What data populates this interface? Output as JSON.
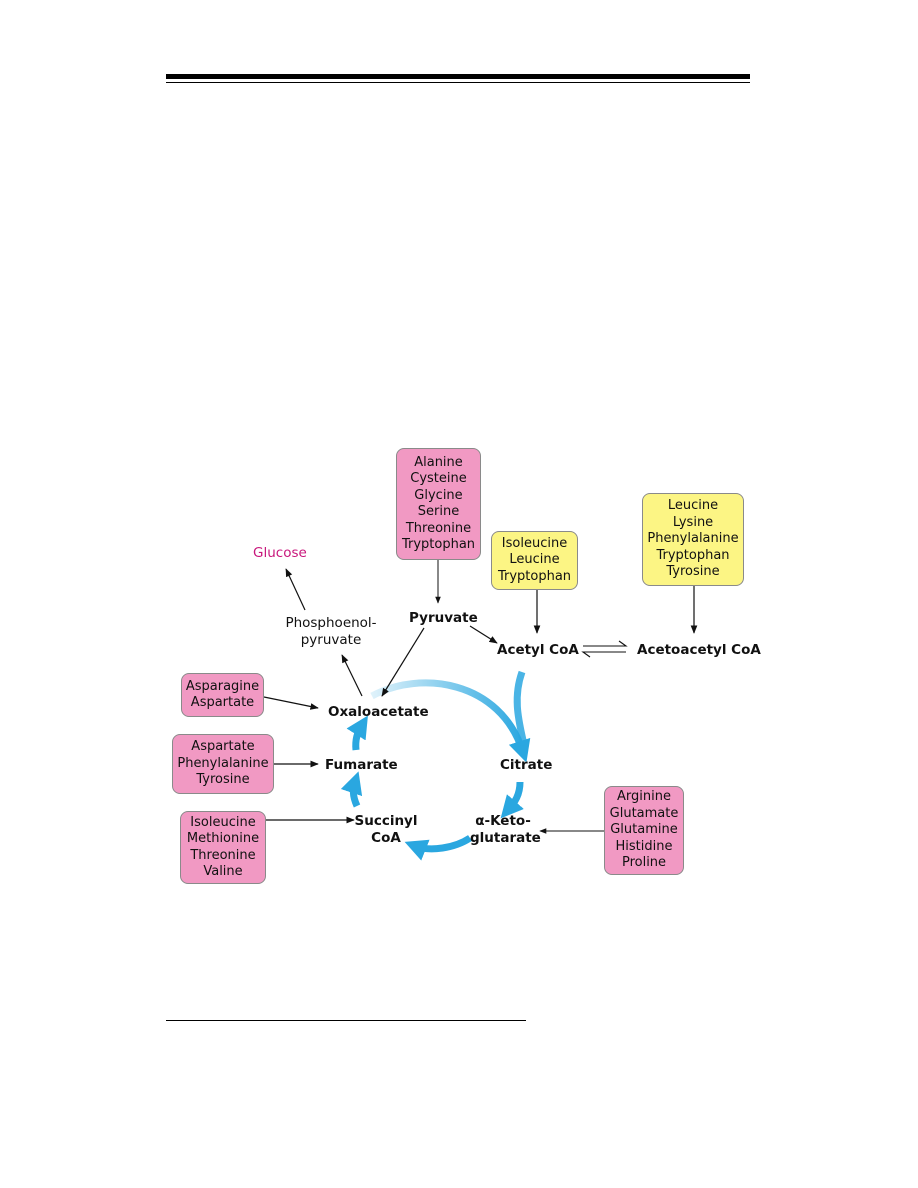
{
  "boxes": {
    "pyruvate_group": [
      "Alanine",
      "Cysteine",
      "Glycine",
      "Serine",
      "Threonine",
      "Tryptophan"
    ],
    "acetylcoa_group": [
      "Isoleucine",
      "Leucine",
      "Tryptophan"
    ],
    "acetoacetyl_group": [
      "Leucine",
      "Lysine",
      "Phenylalanine",
      "Tryptophan",
      "Tyrosine"
    ],
    "oxaloacetate_group": [
      "Asparagine",
      "Aspartate"
    ],
    "fumarate_group": [
      "Aspartate",
      "Phenylalanine",
      "Tyrosine"
    ],
    "succinyl_group": [
      "Isoleucine",
      "Methionine",
      "Threonine",
      "Valine"
    ],
    "ketoglutarate_group": [
      "Arginine",
      "Glutamate",
      "Glutamine",
      "Histidine",
      "Proline"
    ]
  },
  "nodes": {
    "glucose": "Glucose",
    "pep_line1": "Phosphoenol-",
    "pep_line2": "pyruvate",
    "pyruvate": "Pyruvate",
    "acetyl_coa": "Acetyl CoA",
    "acetoacetyl_coa": "Acetoacetyl CoA",
    "oxaloacetate": "Oxaloacetate",
    "citrate": "Citrate",
    "fumarate": "Fumarate",
    "succinyl_line1": "Succinyl",
    "succinyl_line2": "CoA",
    "akg_line1": "α-Keto-",
    "akg_line2": "glutarate"
  },
  "colors": {
    "glucogenic_box": "#f199c3",
    "ketogenic_box": "#fcf584",
    "cycle_arrow": "#2aa7e0",
    "glucose_text": "#c8177c"
  }
}
